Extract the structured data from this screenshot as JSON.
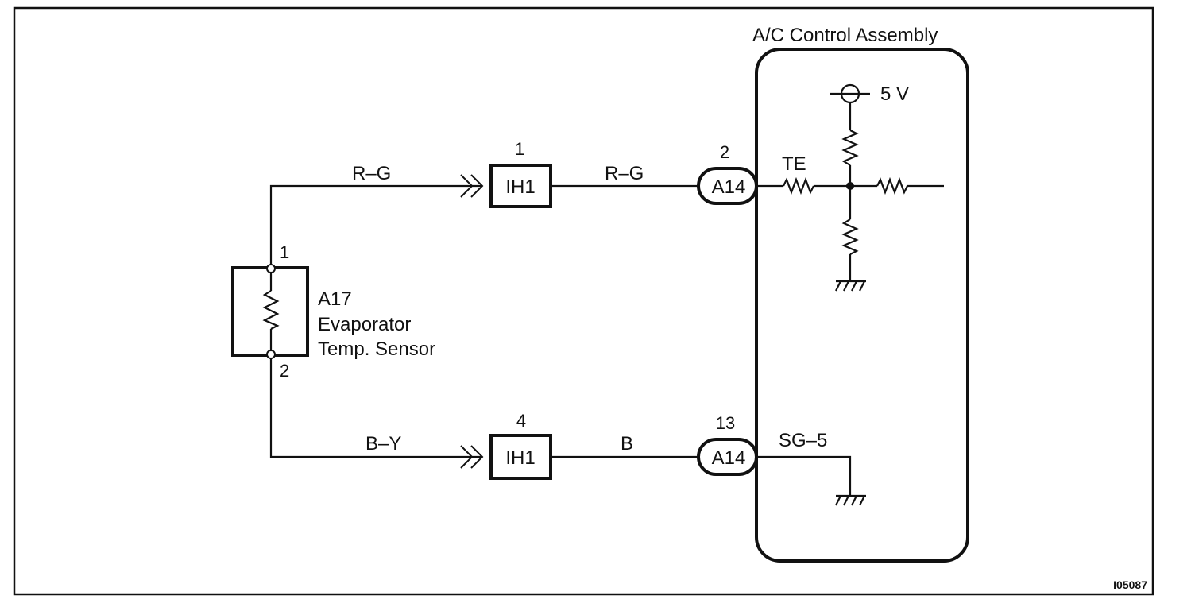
{
  "assembly": {
    "title": "A/C Control Assembly"
  },
  "supply": {
    "label": "5 V"
  },
  "sensor": {
    "id": "A17",
    "name_line1": "Evaporator",
    "name_line2": "Temp. Sensor",
    "pin_top": "1",
    "pin_bottom": "2"
  },
  "top_circuit": {
    "wire_in_label": "R–G",
    "junction_pin": "1",
    "junction_name": "IH1",
    "wire_out_label": "R–G",
    "connector_pin": "2",
    "connector_name": "A14",
    "terminal_label": "TE"
  },
  "bottom_circuit": {
    "wire_in_label": "B–Y",
    "junction_pin": "4",
    "junction_name": "IH1",
    "wire_out_label": "B",
    "connector_pin": "13",
    "connector_name": "A14",
    "terminal_label": "SG–5"
  },
  "figure_code": "I05087",
  "colors": {
    "ink": "#111111",
    "paper": "#ffffff"
  }
}
